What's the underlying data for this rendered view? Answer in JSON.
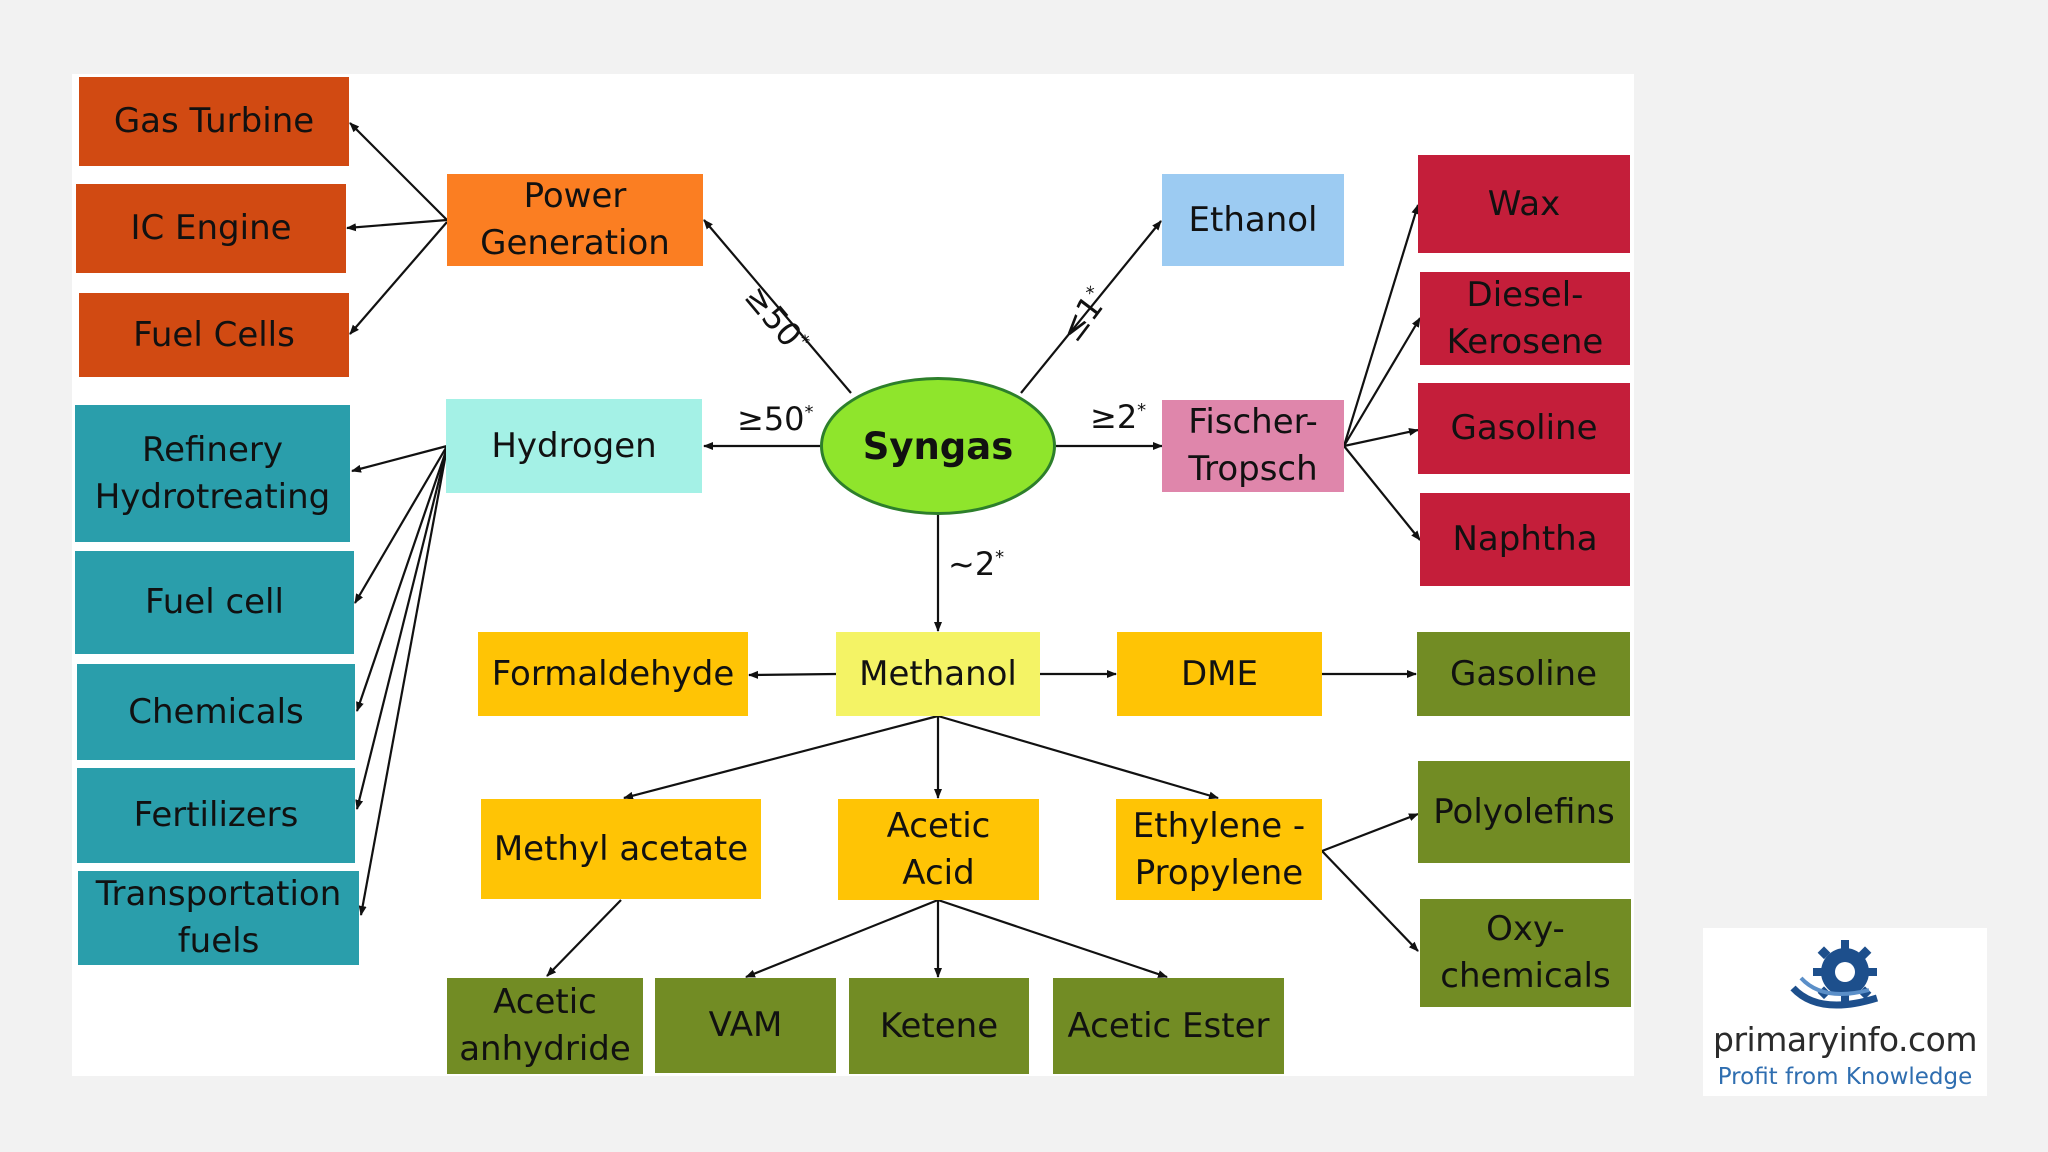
{
  "center": {
    "label": "Syngas"
  },
  "power": {
    "node": {
      "line1": "Power",
      "line2": "Generation"
    },
    "ratio": {
      "value": "≥50",
      "mark": "*"
    },
    "outputs": {
      "gas_turbine": "Gas Turbine",
      "ic_engine": "IC Engine",
      "fuel_cells": "Fuel Cells"
    }
  },
  "hydrogen": {
    "node": {
      "label": "Hydrogen"
    },
    "ratio": {
      "value": "≥50",
      "mark": "*"
    },
    "outputs": {
      "refinery": {
        "line1": "Refinery",
        "line2": "Hydrotreating"
      },
      "fuel_cell": "Fuel cell",
      "chemicals": "Chemicals",
      "fertilizers": "Fertilizers",
      "transport": {
        "line1": "Transportation",
        "line2": "fuels"
      }
    }
  },
  "ethanol": {
    "node": {
      "label": "Ethanol"
    },
    "ratio": {
      "value": "≤1",
      "mark": "*"
    }
  },
  "fischer_tropsch": {
    "node": {
      "line1": "Fischer-",
      "line2": "Tropsch"
    },
    "ratio": {
      "value": "≥2",
      "mark": "*"
    },
    "outputs": {
      "wax": "Wax",
      "diesel": {
        "line1": "Diesel-",
        "line2": "Kerosene"
      },
      "gasoline": "Gasoline",
      "naphtha": "Naphtha"
    }
  },
  "methanol": {
    "node": {
      "label": "Methanol"
    },
    "ratio": {
      "value": "~2",
      "mark": "*"
    },
    "formaldehyde": "Formaldehyde",
    "dme": "DME",
    "dme_gasoline": "Gasoline",
    "methyl_acetate": "Methyl acetate",
    "acetic_acid": {
      "line1": "Acetic",
      "line2": "Acid"
    },
    "ethylene_propylene": {
      "line1": "Ethylene -",
      "line2": "Propylene"
    },
    "polyolefins": "Polyolefins",
    "oxy_chemicals": {
      "line1": "Oxy-",
      "line2": "chemicals"
    },
    "acetic_anhydride": {
      "line1": "Acetic",
      "line2": "anhydride"
    },
    "vam": "VAM",
    "ketene": "Ketene",
    "acetic_ester": "Acetic Ester"
  },
  "logo": {
    "name": "primaryinfo.com",
    "tagline": "Profit from Knowledge"
  },
  "colors": {
    "power_outputs": "#d14a12",
    "power": "#fb7e22",
    "ethanol": "#9ccbf2",
    "ft_outputs": "#c41e3a",
    "fischer_tropsch": "#df86ab",
    "hydrogen_outputs": "#2a9eab",
    "hydrogen": "#a4f1e6",
    "methanol_products": "#ffc405",
    "methanol": "#f4f365",
    "end_products": "#728c24",
    "syngas": "#8fe52c"
  }
}
